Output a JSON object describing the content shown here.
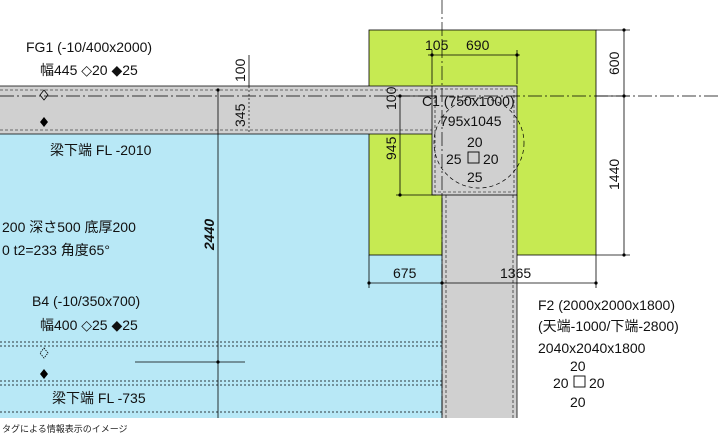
{
  "colors": {
    "slab": "#b8e8f6",
    "footing": "#c6ea52",
    "beam": "#d0d0d0",
    "line": "#000000"
  },
  "fg1": {
    "title": "FG1 (-10/400x2000)",
    "bars": "幅445 ◇20 ◆25"
  },
  "beam_top": {
    "bottom_label": "梁下端 FL -2010"
  },
  "slab_info": {
    "line1": "200 深さ500 底厚200",
    "line2": "0 t2=233 角度65°"
  },
  "b4": {
    "title": "B4 (-10/350x700)",
    "bars": "幅400 ◇25 ◆25"
  },
  "beam_bottom": {
    "bottom_label": "梁下端 FL -735"
  },
  "column": {
    "label": "C1 (750x1000)",
    "size": "795x1045",
    "bar_top": "20",
    "bar_left": "25",
    "bar_right": "20",
    "bar_bottom": "25"
  },
  "dims": {
    "d105": "105",
    "d690": "690",
    "d600": "600",
    "d100a": "100",
    "d100b": "100",
    "d345": "345",
    "d945": "945",
    "d1440": "1440",
    "d2440": "2440",
    "d675": "675",
    "d1365": "1365"
  },
  "f2": {
    "title": "F2 (2000x2000x1800)",
    "levels": "(天端-1000/下端-2800)",
    "size": "2040x2040x1800",
    "bar_top": "20",
    "bar_left": "20",
    "bar_right": "20",
    "bar_bottom": "20"
  },
  "caption": "タグによる情報表示のイメージ"
}
